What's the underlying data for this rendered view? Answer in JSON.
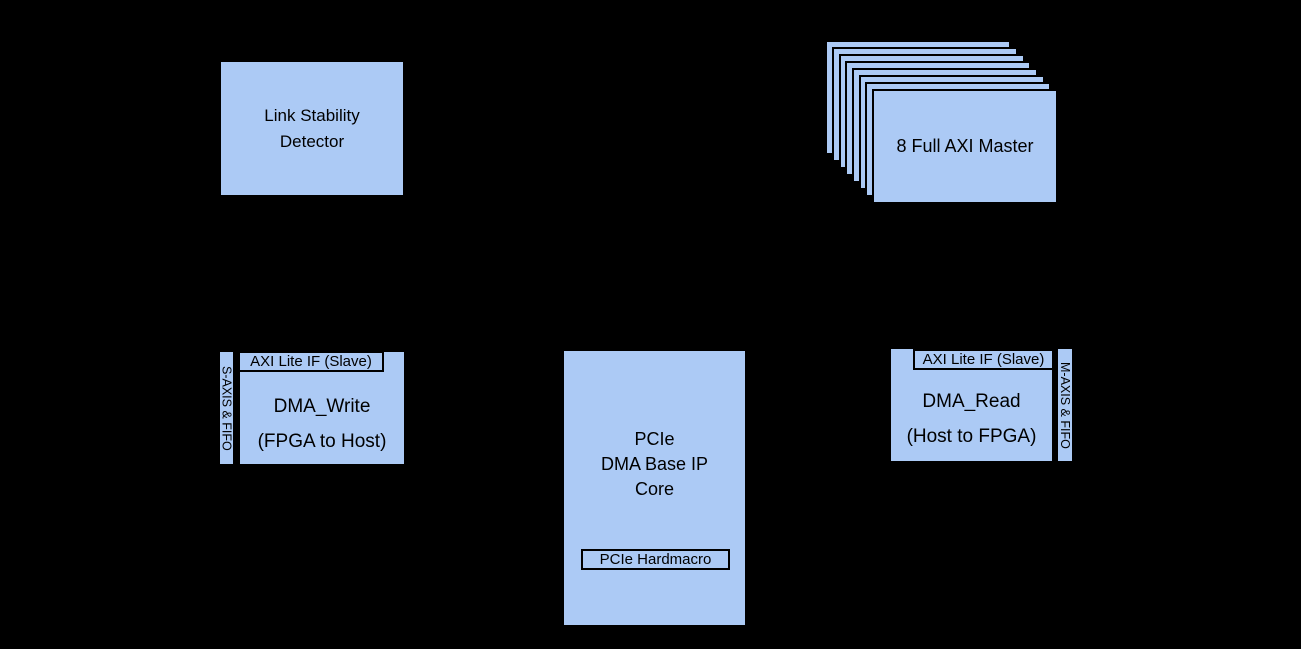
{
  "palette": {
    "background": "#000000",
    "block_fill": "#accaf5",
    "outline": "#000000",
    "text_color": "#000000"
  },
  "blocks": {
    "link_stability": {
      "label_line1": "Link Stability",
      "label_line2": "Detector"
    },
    "axi_master_stack": {
      "label": "8 Full AXI Master",
      "card_count": 8
    },
    "dma_write": {
      "side_label": "S-AXIS & FIFO",
      "top_label": "AXI Lite IF (Slave)",
      "title": "DMA_Write",
      "subtitle": "(FPGA to Host)"
    },
    "pcie_core": {
      "line1": "PCIe",
      "line2": "DMA Base IP",
      "line3": "Core",
      "inner_label": "PCIe Hardmacro"
    },
    "dma_read": {
      "side_label": "M-AXIS & FIFO",
      "top_label": "AXI Lite IF (Slave)",
      "title": "DMA_Read",
      "subtitle": "(Host to FPGA)"
    }
  }
}
